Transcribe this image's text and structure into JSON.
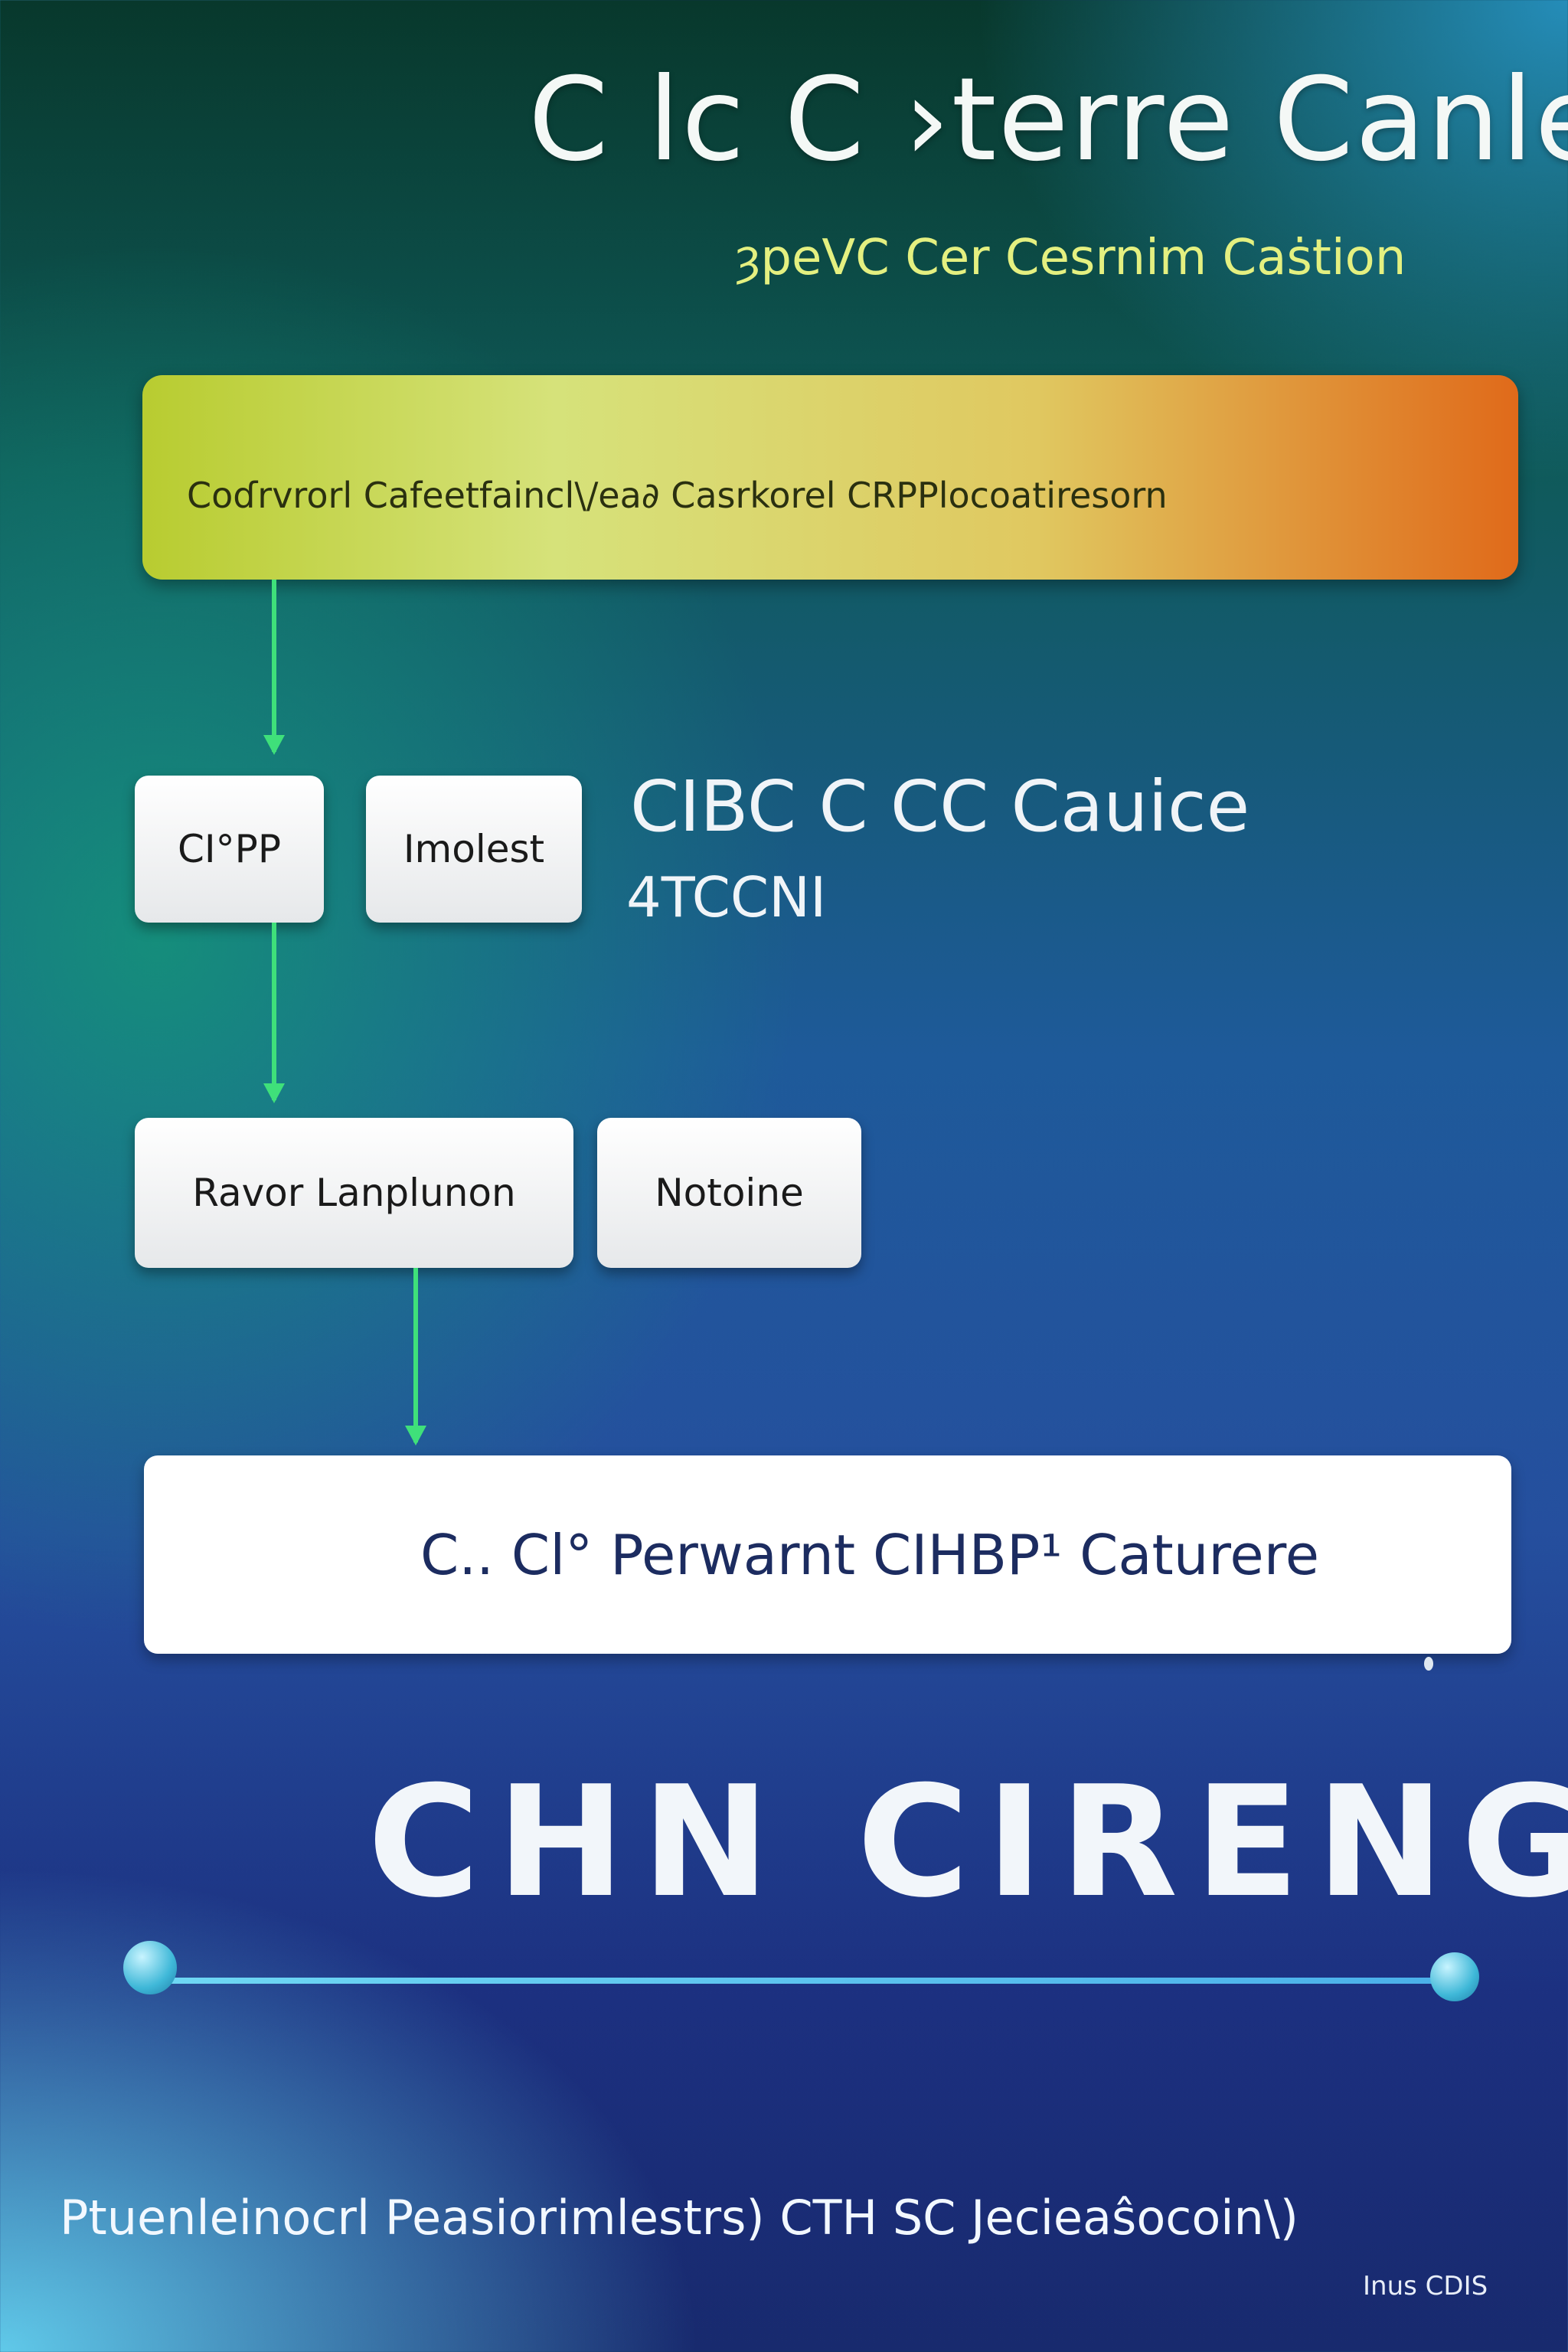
{
  "header": {
    "title": "C lc C ›terre Canle",
    "subtitle": "ȝpeVC Cer Cesrnim Caṡtion"
  },
  "top_bar": {
    "label": "Coɗrvrorl  Cafeetfaincl\\/ea∂   Casrkorel CRPPlocoatiresorn"
  },
  "row1": {
    "boxes": [
      "CI°PP",
      "Imolest"
    ],
    "side_title": "CIBC C CC Cauice",
    "side_sub": "4TCCNI"
  },
  "row2": {
    "boxes": [
      "Ravor Lanplunon",
      "Notoine"
    ]
  },
  "result_box": {
    "label": "C.. Cl° Perwarnt CIHBP¹ Caturere"
  },
  "big_heading": "CHN CIRENG",
  "footer": {
    "text": "Ptuenleinocrl Peasiorimlestrs)  CTH  SC  Jecieaŝocoin\\)",
    "credit": "Inus CDIS"
  },
  "colors": {
    "arrow": "#3fe07a",
    "bar_start": "#b8cc30",
    "bar_end": "#e06a1a",
    "result_text": "#1c2c60"
  }
}
